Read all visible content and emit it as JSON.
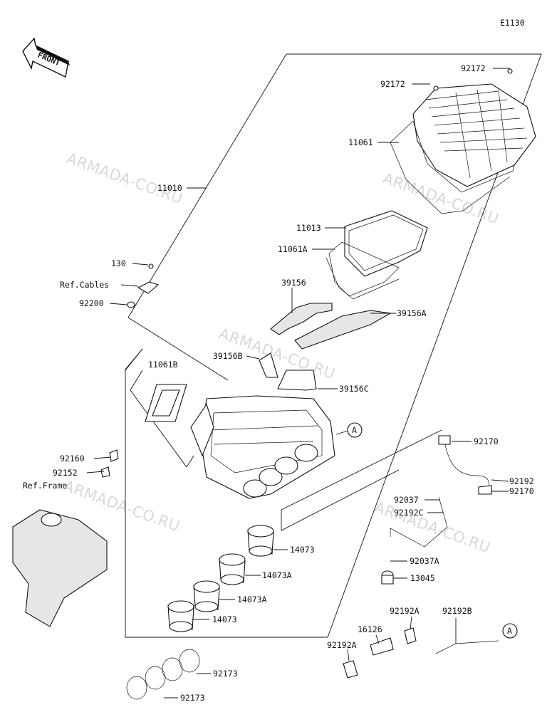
{
  "diagram_code": "E1130",
  "front_label": "FRONT",
  "watermarks": [
    "ARMADA-CO.RU",
    "ARMADA-CO.RU",
    "ARMADA-CO.RU",
    "ARMADA-CO.RU",
    "ARMADA-CO.RU"
  ],
  "labels": {
    "p92172a": "92172",
    "p92172b": "92172",
    "p11061": "11061",
    "p11010": "11010",
    "p11013": "11013",
    "p11061A": "11061A",
    "p130": "130",
    "refCables": "Ref.Cables",
    "p92200": "92200",
    "p39156": "39156",
    "p39156A": "39156A",
    "p39156B": "39156B",
    "p11061B": "11061B",
    "p39156C": "39156C",
    "calloutA1": "A",
    "p92170a": "92170",
    "p92160": "92160",
    "p92192": "92192",
    "p92152": "92152",
    "p92170b": "92170",
    "refFrame": "Ref.Frame",
    "p92037": "92037",
    "p92192C": "92192C",
    "p14073a": "14073",
    "p92037A": "92037A",
    "p14073A1": "14073A",
    "p13045": "13045",
    "p14073A2": "14073A",
    "p92192A1": "92192A",
    "p92192B": "92192B",
    "p14073b": "14073",
    "p16126": "16126",
    "calloutA2": "A",
    "p92192A2": "92192A",
    "p92173a": "92173",
    "p92173b": "92173"
  }
}
